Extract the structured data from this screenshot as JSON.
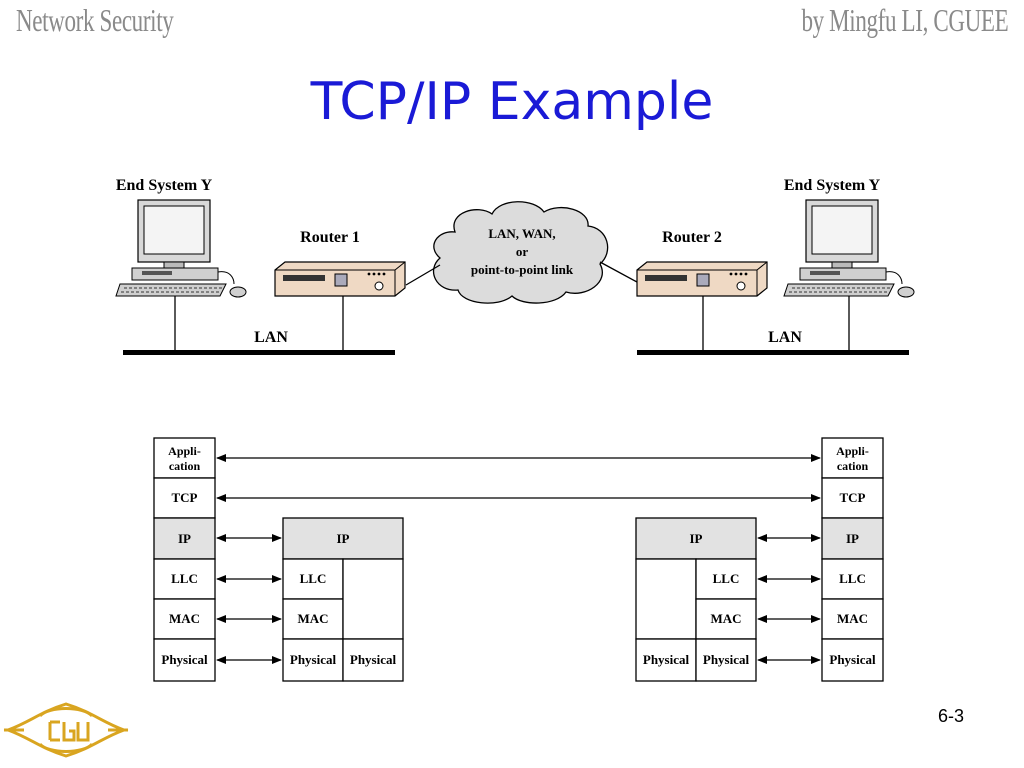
{
  "header": {
    "left": "Network Security",
    "right": "by Mingfu LI, CGUEE"
  },
  "title": "TCP/IP Example",
  "network": {
    "end_system_left": "End System Y",
    "end_system_right": "End System Y",
    "router1": "Router 1",
    "router2": "Router 2",
    "cloud_lines": [
      "LAN, WAN,",
      "or",
      "point-to-point link"
    ],
    "lan_left": "LAN",
    "lan_right": "LAN"
  },
  "stacks": {
    "app": "Appli-cation",
    "app_line1": "Appli-",
    "app_line2": "cation",
    "tcp": "TCP",
    "ip": "IP",
    "llc": "LLC",
    "mac": "MAC",
    "physical": "Physical"
  },
  "colors": {
    "title": "#1a1ad6",
    "header": "#8a8a8a",
    "ip_fill": "#e2e2e2",
    "logo": "#d9a520"
  },
  "footer": {
    "page": "6-3"
  }
}
